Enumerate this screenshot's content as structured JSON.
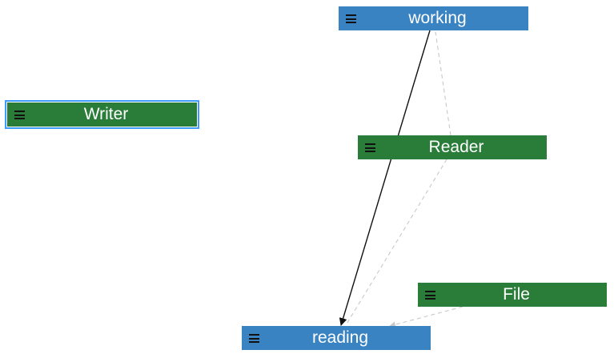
{
  "colors": {
    "class_node": "#2a7d39",
    "state_node": "#3a83c3",
    "edge_solid": "#111111",
    "edge_dashed": "#c8c8c8",
    "selection": "#3e9bff"
  },
  "nodes": {
    "working": {
      "label": "working",
      "kind": "state",
      "icon": "hamburger-menu-icon"
    },
    "writer": {
      "label": "Writer",
      "kind": "class",
      "icon": "hamburger-menu-icon",
      "selected": true
    },
    "reader": {
      "label": "Reader",
      "kind": "class",
      "icon": "hamburger-menu-icon"
    },
    "file": {
      "label": "File",
      "kind": "class",
      "icon": "hamburger-menu-icon"
    },
    "reading": {
      "label": "reading",
      "kind": "state",
      "icon": "hamburger-menu-icon"
    }
  },
  "edges": [
    {
      "from": "working",
      "to": "reading",
      "style": "solid",
      "arrow": true
    },
    {
      "from": "reader",
      "to": "working",
      "style": "dashed",
      "arrow": false
    },
    {
      "from": "reader",
      "to": "reading",
      "style": "dashed",
      "arrow": false
    },
    {
      "from": "file",
      "to": "reading",
      "style": "dashed",
      "arrow": true
    }
  ]
}
